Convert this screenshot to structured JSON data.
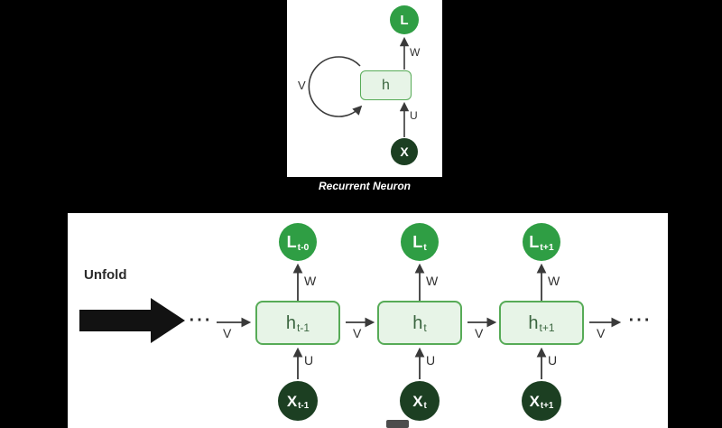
{
  "colors": {
    "page_bg": "#000000",
    "panel_bg": "#ffffff",
    "output_node_green": "#2f9e44",
    "input_node_dark": "#1c3f22",
    "hidden_box_fill": "#e7f4e7",
    "hidden_box_border": "#57ab57",
    "hidden_box_text": "#3a653f",
    "arrow_color": "#3a3a3a",
    "label_color": "#2f2f2f",
    "caption_color": "#ffffff"
  },
  "recurrent_neuron": {
    "caption": "Recurrent Neuron",
    "output_label": "L",
    "hidden_label": "h",
    "input_label": "X",
    "w_label": "W",
    "u_label": "U",
    "v_label": "V"
  },
  "unfolded": {
    "unfold_label": "Unfold",
    "ellipsis_left": "⋯",
    "ellipsis_right": "⋯",
    "entry_v_label": "V",
    "cells": [
      {
        "output_main": "L",
        "output_sub": "t-0",
        "hidden_main": "h",
        "hidden_sub": "t-1",
        "input_main": "X",
        "input_sub": "t-1",
        "w_label": "W",
        "u_label": "U",
        "v_out_label": "V"
      },
      {
        "output_main": "L",
        "output_sub": "t",
        "hidden_main": "h",
        "hidden_sub": "t",
        "input_main": "X",
        "input_sub": "t",
        "w_label": "W",
        "u_label": "U",
        "v_out_label": "V"
      },
      {
        "output_main": "L",
        "output_sub": "t+1",
        "hidden_main": "h",
        "hidden_sub": "t+1",
        "input_main": "X",
        "input_sub": "t+1",
        "w_label": "W",
        "u_label": "U",
        "v_out_label": "V"
      }
    ]
  }
}
